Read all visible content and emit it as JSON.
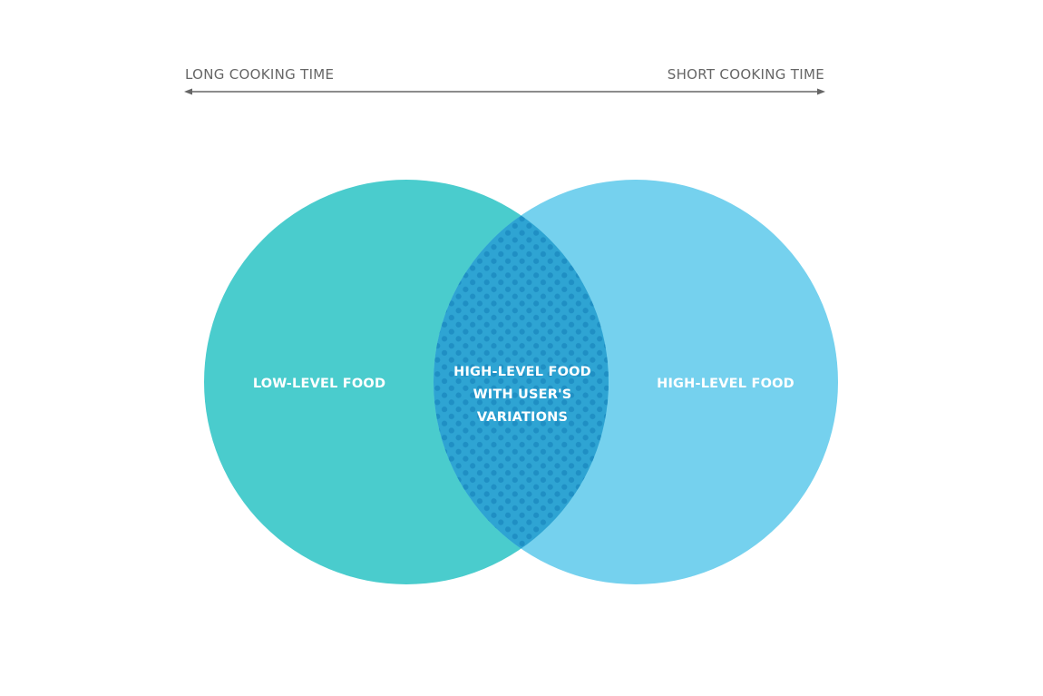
{
  "axis": {
    "left_label": "LONG COOKING TIME",
    "right_label": "SHORT COOKING TIME",
    "color": "#666666"
  },
  "venn": {
    "left": {
      "label": "LOW-LEVEL FOOD",
      "color": "#4acccd"
    },
    "right": {
      "label": "HIGH-LEVEL FOOD",
      "color": "#75d1ee"
    },
    "overlap": {
      "lines": [
        "HIGH-LEVEL FOOD",
        "WITH USER'S",
        "VARIATIONS"
      ],
      "color": "#2ea4d3",
      "dot_color": "#1f8fc4"
    }
  }
}
